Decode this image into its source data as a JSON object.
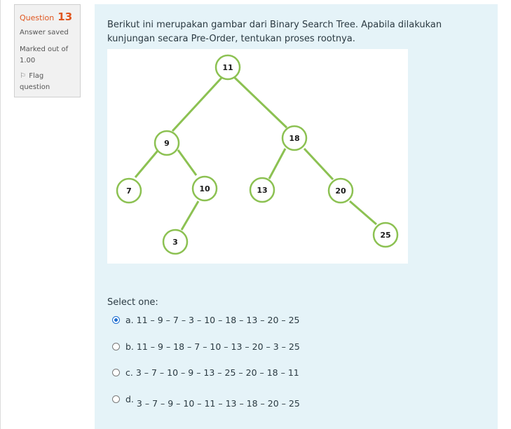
{
  "info": {
    "question_word": "Question",
    "question_number": "13",
    "status": "Answer saved",
    "marked": "Marked out of 1.00",
    "flag": "Flag question"
  },
  "question": {
    "text": "Berikut ini merupakan gambar dari Binary Search Tree. Apabila dilakukan kunjungan secara Pre-Order, tentukan proses rootnya."
  },
  "tree": {
    "nodes": [
      "11",
      "9",
      "18",
      "7",
      "10",
      "13",
      "20",
      "3",
      "25"
    ]
  },
  "answers": {
    "prompt": "Select one:",
    "options": [
      {
        "letter": "a.",
        "text": "11 – 9 – 7 – 3 – 10 – 18 – 13 – 20 – 25",
        "selected": true
      },
      {
        "letter": "b.",
        "text": "11 – 9 – 18 – 7 – 10 – 13 – 20 – 3 – 25",
        "selected": false
      },
      {
        "letter": "c.",
        "text": "3 – 7 – 10 – 9 – 13 – 25 – 20 – 18 – 11",
        "selected": false
      },
      {
        "letter": "d.",
        "text": "3 – 7 – 9 – 10 – 11 – 13 – 18 – 20 – 25",
        "selected": false
      }
    ]
  },
  "colors": {
    "accent": "#e0561f",
    "content_bg": "#e5f3f8",
    "tree_green": "#8cc152",
    "radio_selected": "#1f6fd1"
  }
}
